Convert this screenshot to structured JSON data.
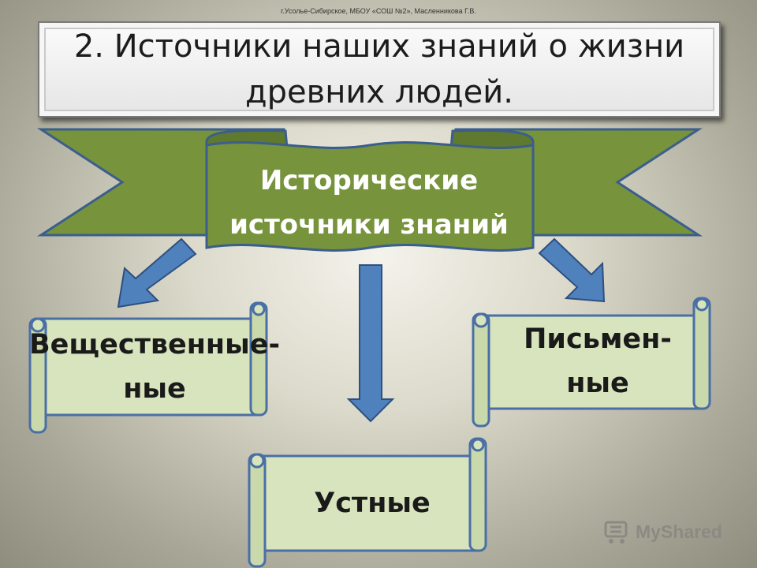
{
  "credit": "г.Усолье-Сибирское, МБОУ «СОШ №2», Масленникова Г.В.",
  "title": {
    "line1": "2. Источники наших знаний о жизни",
    "line2": "древних людей."
  },
  "center": {
    "line1": "Исторические",
    "line2": "источники знаний"
  },
  "branches": {
    "left": {
      "line1": "Вещественные-",
      "line2": "ные"
    },
    "right": {
      "line1": "Письмен-",
      "line2": "ные"
    },
    "bottom": {
      "line1": "Устные"
    }
  },
  "watermark": {
    "text": "MyShared",
    "icon": "mycart-logo-icon"
  },
  "colors": {
    "ribbon": "#77933c",
    "ribbon_border": "#3b5e8d",
    "scroll": "#d7e4bd",
    "scroll_border": "#4a6fa5",
    "arrow": "#4f81bd",
    "arrow_border": "#2f4f7f"
  }
}
